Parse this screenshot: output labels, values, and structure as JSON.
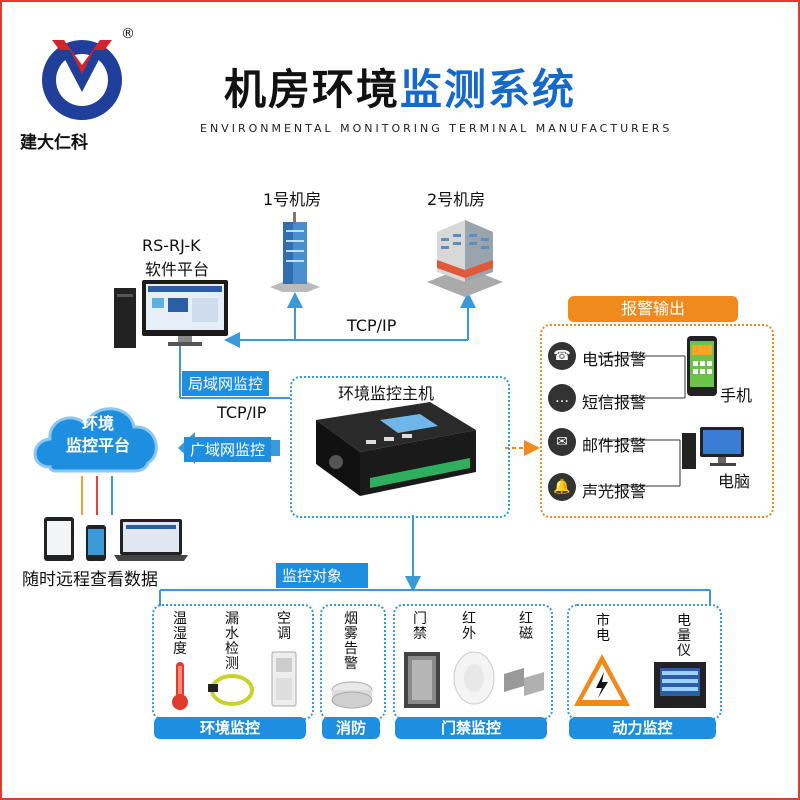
{
  "brand": {
    "name": "建大仁科",
    "registered_mark": "®"
  },
  "header": {
    "title_black": "机房环境",
    "title_blue": "监测系统",
    "subtitle": "ENVIRONMENTAL MONITORING TERMINAL MANUFACTURERS"
  },
  "rooms": {
    "room1": "1号机房",
    "room2": "2号机房"
  },
  "software": {
    "line1": "RS-RJ-K",
    "line2": "软件平台"
  },
  "links": {
    "tcpip_top": "TCP/IP",
    "lan_label": "局域网监控",
    "tcpip_mid": "TCP/IP",
    "wan_label": "广域网监控"
  },
  "cloud": {
    "line1": "环境",
    "line2": "监控平台"
  },
  "remote": {
    "caption": "随时远程查看数据"
  },
  "host": {
    "label": "环境监控主机"
  },
  "alarm": {
    "header": "报警输出",
    "items": [
      "电话报警",
      "短信报警",
      "邮件报警",
      "声光报警"
    ],
    "devices": {
      "phone": "手机",
      "pc": "电脑"
    }
  },
  "monitor": {
    "header": "监控对象"
  },
  "groups": {
    "env": {
      "label": "环境监控",
      "items": [
        "温湿度",
        "漏水检测",
        "空调"
      ]
    },
    "fire": {
      "label": "消防",
      "items": [
        "烟雾告警"
      ]
    },
    "door": {
      "label": "门禁监控",
      "items": [
        "门禁",
        "红外",
        "红磁"
      ]
    },
    "power": {
      "label": "动力监控",
      "items": [
        "市电",
        "电量仪"
      ]
    }
  },
  "colors": {
    "blue": "#1e8fe0",
    "orange": "#f08a1c",
    "red": "#e23a2e",
    "dark": "#111111"
  }
}
